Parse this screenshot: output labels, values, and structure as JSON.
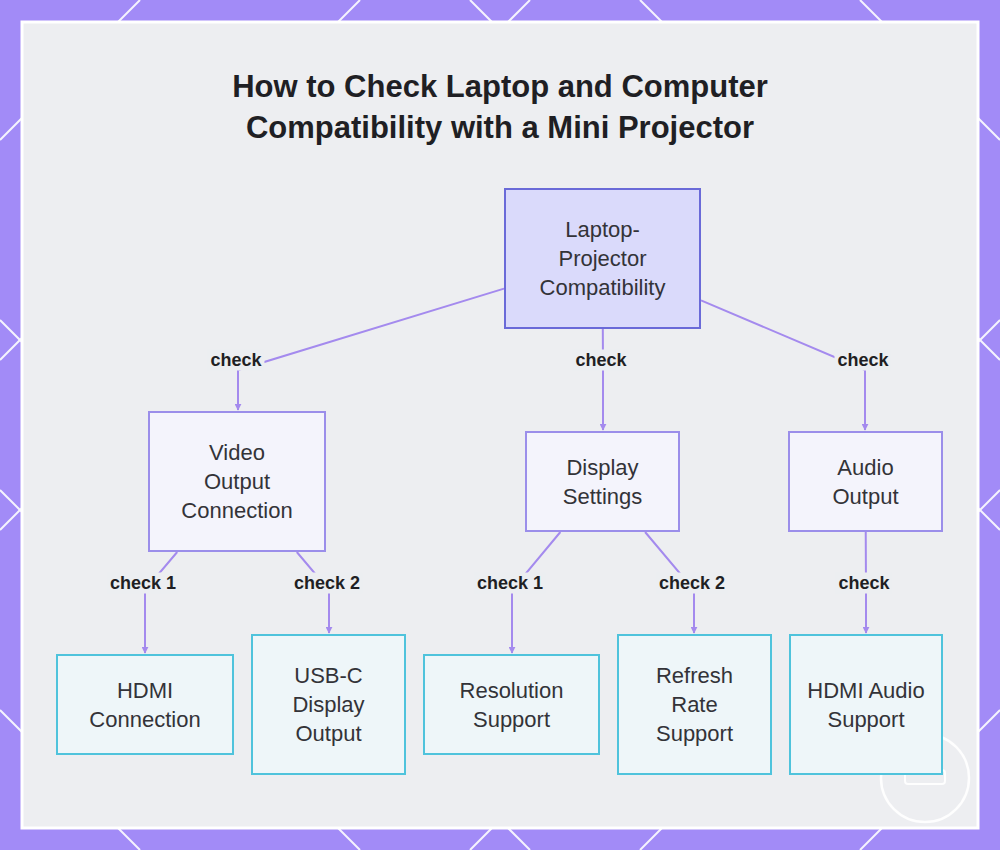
{
  "diagram": {
    "title": "How to Check Laptop and Computer Compatibility with a Mini Projector",
    "nodes": [
      {
        "text": [
          "Laptop-Projector Compatibility"
        ]
      },
      {
        "text": [
          "Video Output Connection"
        ]
      },
      {
        "text": [
          "Display Settings"
        ]
      },
      {
        "text": [
          "Audio Output"
        ]
      },
      {
        "text": [
          "HDMI Connection"
        ]
      },
      {
        "text": [
          "USB-C Display Output"
        ]
      },
      {
        "text": [
          "Resolution Support"
        ]
      },
      {
        "text": [
          "Refresh Rate Support"
        ]
      },
      {
        "text": [
          "HDMI Audio Support"
        ]
      }
    ],
    "edges": [
      {
        "from": 0,
        "to": 1,
        "label": "check",
        "arrow": "to"
      },
      {
        "from": 0,
        "to": 2,
        "label": "check",
        "arrow": "to"
      },
      {
        "from": 0,
        "to": 3,
        "label": "check",
        "arrow": "to"
      },
      {
        "from": 1,
        "to": 4,
        "label": "check 1",
        "arrow": "to"
      },
      {
        "from": 1,
        "to": 5,
        "label": "check 2",
        "arrow": "to"
      },
      {
        "from": 2,
        "to": 6,
        "label": "check 1",
        "arrow": "to"
      },
      {
        "from": 2,
        "to": 7,
        "label": "check 2",
        "arrow": "to"
      },
      {
        "from": 3,
        "to": 8,
        "label": "check",
        "arrow": "to"
      }
    ]
  }
}
